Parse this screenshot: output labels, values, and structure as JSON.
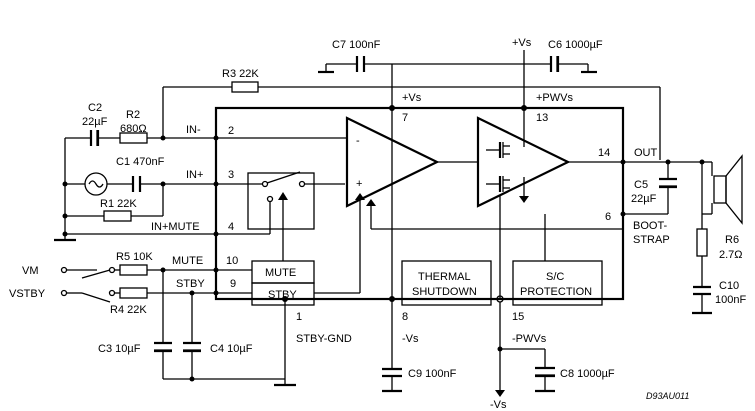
{
  "labels": {
    "c7": "C7 100nF",
    "vs_top": "+Vs",
    "c6": "C6 1000µF",
    "r3": "R3 22K",
    "vs_pin": "+Vs",
    "pwvs_pin": "+PWVs",
    "c2_name": "C2",
    "c2_val": "22µF",
    "r2_name": "R2",
    "r2_val": "680Ω",
    "in_minus": "IN-",
    "c1": "C1 470nF",
    "in_plus": "IN+",
    "r1": "R1 22K",
    "in_mute": "IN+MUTE",
    "out": "OUT",
    "c5_name": "C5",
    "c5_val": "22µF",
    "boot1": "BOOT-",
    "boot2": "STRAP",
    "r6_name": "R6",
    "r6_val": "2.7Ω",
    "c10_name": "C10",
    "c10_val": "100nF",
    "vm": "VM",
    "vstby": "VSTBY",
    "r5": "R5 10K",
    "r4": "R4 22K",
    "mute_pin": "MUTE",
    "stby_pin": "STBY",
    "mute_block": "MUTE",
    "stby_block": "STBY",
    "thermal1": "THERMAL",
    "thermal2": "SHUTDOWN",
    "sc1": "S/C",
    "sc2": "PROTECTION",
    "minus_sign": "-",
    "plus_sign": "+",
    "stby_gnd": "STBY-GND",
    "vs_minus": "-Vs",
    "pwvs_minus": "-PWVs",
    "c3": "C3 10µF",
    "c4": "C4 10µF",
    "c9": "C9 100nF",
    "c8": "C8 1000µF",
    "vs_bottom": "-Vs",
    "ref": "D93AU011"
  },
  "pins": {
    "p2": "2",
    "p3": "3",
    "p4": "4",
    "p7": "7",
    "p13": "13",
    "p14": "14",
    "p6": "6",
    "p10": "10",
    "p9": "9",
    "p1": "1",
    "p8": "8",
    "p15": "15"
  }
}
